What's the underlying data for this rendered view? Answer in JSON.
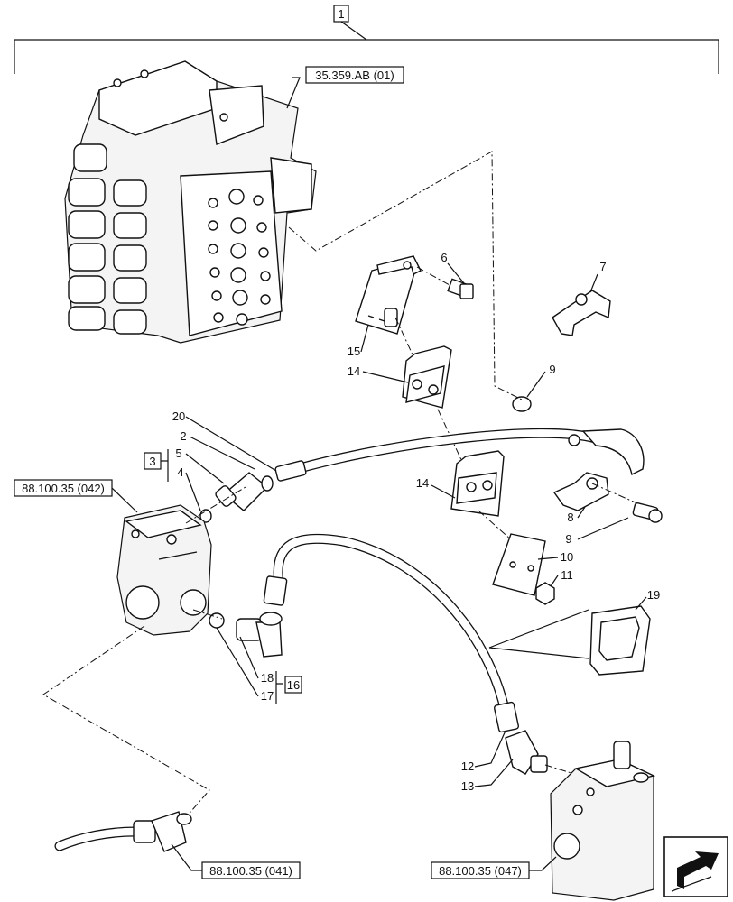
{
  "assembly_callout": "1",
  "references": {
    "control_valve": "35.359.AB (01)",
    "left_valve": "88.100.35 (042)",
    "bottom_left_line": "88.100.35 (041)",
    "bottom_right_valve": "88.100.35 (047)"
  },
  "kit_3": {
    "box": "3",
    "items": [
      "5",
      "4"
    ]
  },
  "kit_16": {
    "box": "16",
    "items": [
      "18",
      "17"
    ]
  },
  "callouts": [
    "2",
    "6",
    "7",
    "8",
    "9",
    "9",
    "10",
    "11",
    "12",
    "13",
    "14",
    "14",
    "15",
    "19",
    "20"
  ],
  "icons": {
    "nav": "next-page-arrow-icon"
  }
}
